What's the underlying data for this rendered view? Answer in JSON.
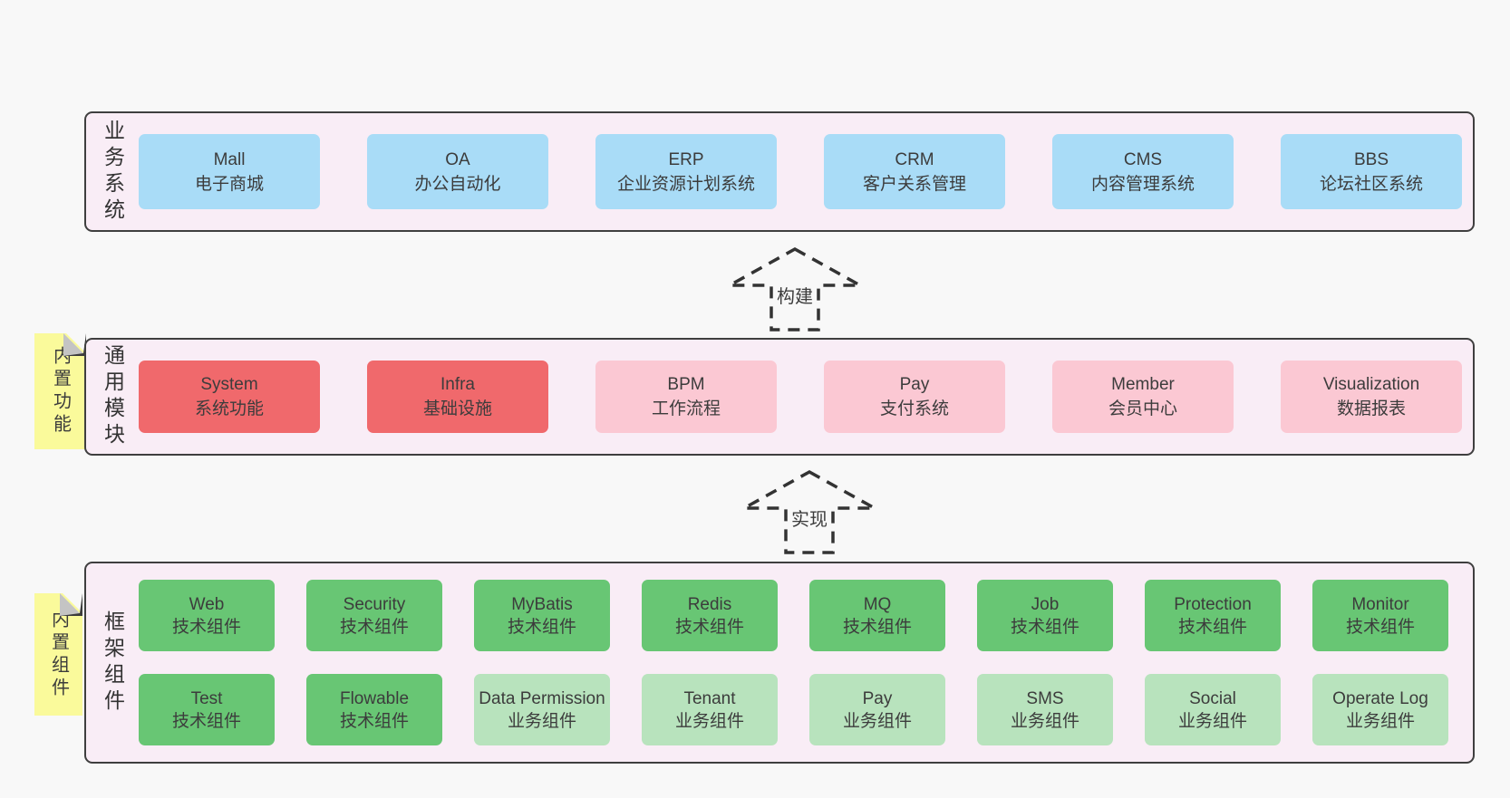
{
  "theme": {
    "page_background": "#f8f8f8",
    "band_fill": "#f9edf6",
    "band_border": "#3f3f3f",
    "box_blue": "#a9dcf7",
    "box_red": "#f0696c",
    "box_pink": "#fbc8d3",
    "box_green": "#68c674",
    "box_green_light": "#b8e3bd",
    "sticky_yellow": "#fafa9b",
    "sticky_fold_gray": "#c4c4c4",
    "text": "#3c3c3c",
    "arrow_stroke": "#333333"
  },
  "arrows": [
    {
      "label": "构建"
    },
    {
      "label": "实现"
    }
  ],
  "stickies": [
    {
      "label": "内置功能"
    },
    {
      "label": "内置组件"
    }
  ],
  "bands": {
    "business": {
      "label": "业务系统",
      "boxes": [
        {
          "name": "Mall",
          "desc": "电子商城",
          "variant": "blue"
        },
        {
          "name": "OA",
          "desc": "办公自动化",
          "variant": "blue"
        },
        {
          "name": "ERP",
          "desc": "企业资源计划系统",
          "variant": "blue"
        },
        {
          "name": "CRM",
          "desc": "客户关系管理",
          "variant": "blue"
        },
        {
          "name": "CMS",
          "desc": "内容管理系统",
          "variant": "blue"
        },
        {
          "name": "BBS",
          "desc": "论坛社区系统",
          "variant": "blue"
        }
      ]
    },
    "modules": {
      "label": "通用模块",
      "boxes": [
        {
          "name": "System",
          "desc": "系统功能",
          "variant": "red"
        },
        {
          "name": "Infra",
          "desc": "基础设施",
          "variant": "red"
        },
        {
          "name": "BPM",
          "desc": "工作流程",
          "variant": "pink"
        },
        {
          "name": "Pay",
          "desc": "支付系统",
          "variant": "pink"
        },
        {
          "name": "Member",
          "desc": "会员中心",
          "variant": "pink"
        },
        {
          "name": "Visualization",
          "desc": "数据报表",
          "variant": "pink"
        }
      ]
    },
    "components": {
      "label": "框架组件",
      "row1": [
        {
          "name": "Web",
          "desc": "技术组件",
          "variant": "green"
        },
        {
          "name": "Security",
          "desc": "技术组件",
          "variant": "green"
        },
        {
          "name": "MyBatis",
          "desc": "技术组件",
          "variant": "green"
        },
        {
          "name": "Redis",
          "desc": "技术组件",
          "variant": "green"
        },
        {
          "name": "MQ",
          "desc": "技术组件",
          "variant": "green"
        },
        {
          "name": "Job",
          "desc": "技术组件",
          "variant": "green"
        },
        {
          "name": "Protection",
          "desc": "技术组件",
          "variant": "green"
        },
        {
          "name": "Monitor",
          "desc": "技术组件",
          "variant": "green"
        }
      ],
      "row2": [
        {
          "name": "Test",
          "desc": "技术组件",
          "variant": "green"
        },
        {
          "name": "Flowable",
          "desc": "技术组件",
          "variant": "green"
        },
        {
          "name": "Data Permission",
          "desc": "业务组件",
          "variant": "green-light"
        },
        {
          "name": "Tenant",
          "desc": "业务组件",
          "variant": "green-light"
        },
        {
          "name": "Pay",
          "desc": "业务组件",
          "variant": "green-light"
        },
        {
          "name": "SMS",
          "desc": "业务组件",
          "variant": "green-light"
        },
        {
          "name": "Social",
          "desc": "业务组件",
          "variant": "green-light"
        },
        {
          "name": "Operate Log",
          "desc": "业务组件",
          "variant": "green-light"
        }
      ]
    }
  }
}
